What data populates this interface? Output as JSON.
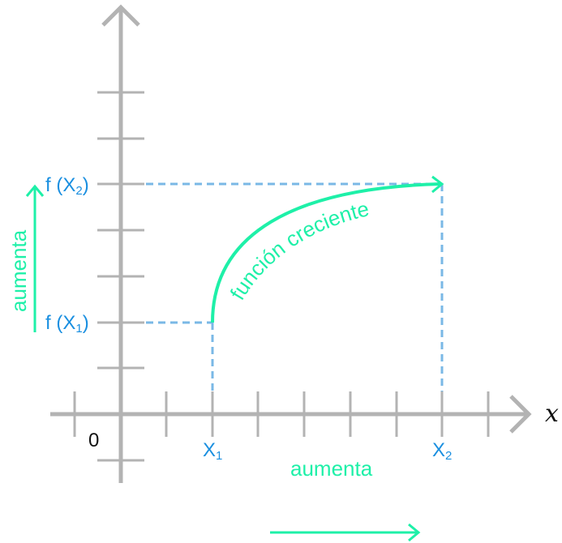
{
  "colors": {
    "axis": "#b3b3b3",
    "curve": "#1ef0a8",
    "guide": "#7ab8e6",
    "label_blue": "#1a8fe0",
    "text_black": "#111111"
  },
  "labels": {
    "x_axis": "x",
    "origin": "0",
    "x1": "X",
    "x1_sub": "1",
    "x2": "X",
    "x2_sub": "2",
    "fx1": "f (X",
    "fx1_sub": "1",
    "fx1_close": ")",
    "fx2": "f (X",
    "fx2_sub": "2",
    "fx2_close": ")",
    "curve_label": "función creciente",
    "horizontal_increase": "aumenta",
    "vertical_increase": "aumenta"
  },
  "icons": {
    "axis_arrows": "chevron-arrow-icon",
    "increase_arrows": "arrow-right-icon"
  }
}
